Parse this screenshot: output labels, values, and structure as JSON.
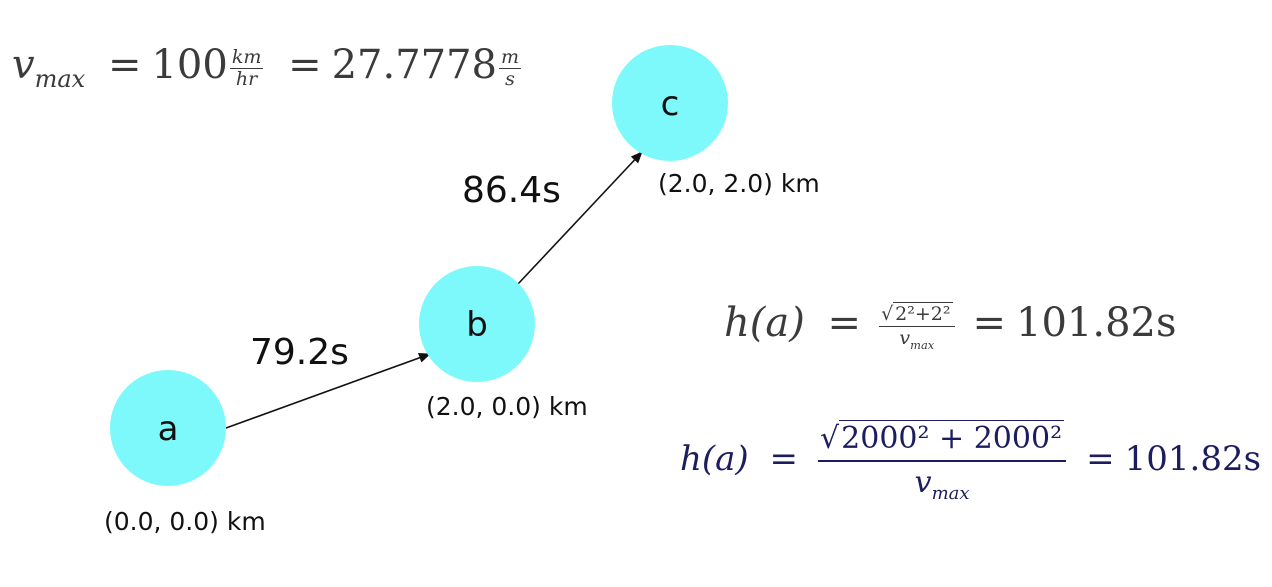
{
  "nodes": [
    {
      "id": "a",
      "label": "a",
      "coord": "(0.0, 0.0) km"
    },
    {
      "id": "b",
      "label": "b",
      "coord": "(2.0, 0.0) km"
    },
    {
      "id": "c",
      "label": "c",
      "coord": "(2.0, 2.0) km"
    }
  ],
  "edges": [
    {
      "from": "a",
      "to": "b",
      "label": "79.2s"
    },
    {
      "from": "b",
      "to": "c",
      "label": "86.4s"
    }
  ],
  "colors": {
    "node_fill": "#7ef9fb",
    "edge": "#111111",
    "formula_blue": "#1c1d5e"
  },
  "equations": {
    "vmax": {
      "lhs": "v",
      "lhs_sub": "max",
      "value1": "100",
      "unit1_num": "km",
      "unit1_den": "hr",
      "value2": "27.7778",
      "unit2_num": "m",
      "unit2_den": "s"
    },
    "h1": {
      "lhs": "h(a)",
      "radicand": "2²+2²",
      "den": "v",
      "den_sub": "max",
      "result": "101.82s"
    },
    "h2": {
      "lhs": "h(a)",
      "radicand": "2000² + 2000²",
      "den": "v",
      "den_sub": "max",
      "result": "101.82s"
    }
  }
}
